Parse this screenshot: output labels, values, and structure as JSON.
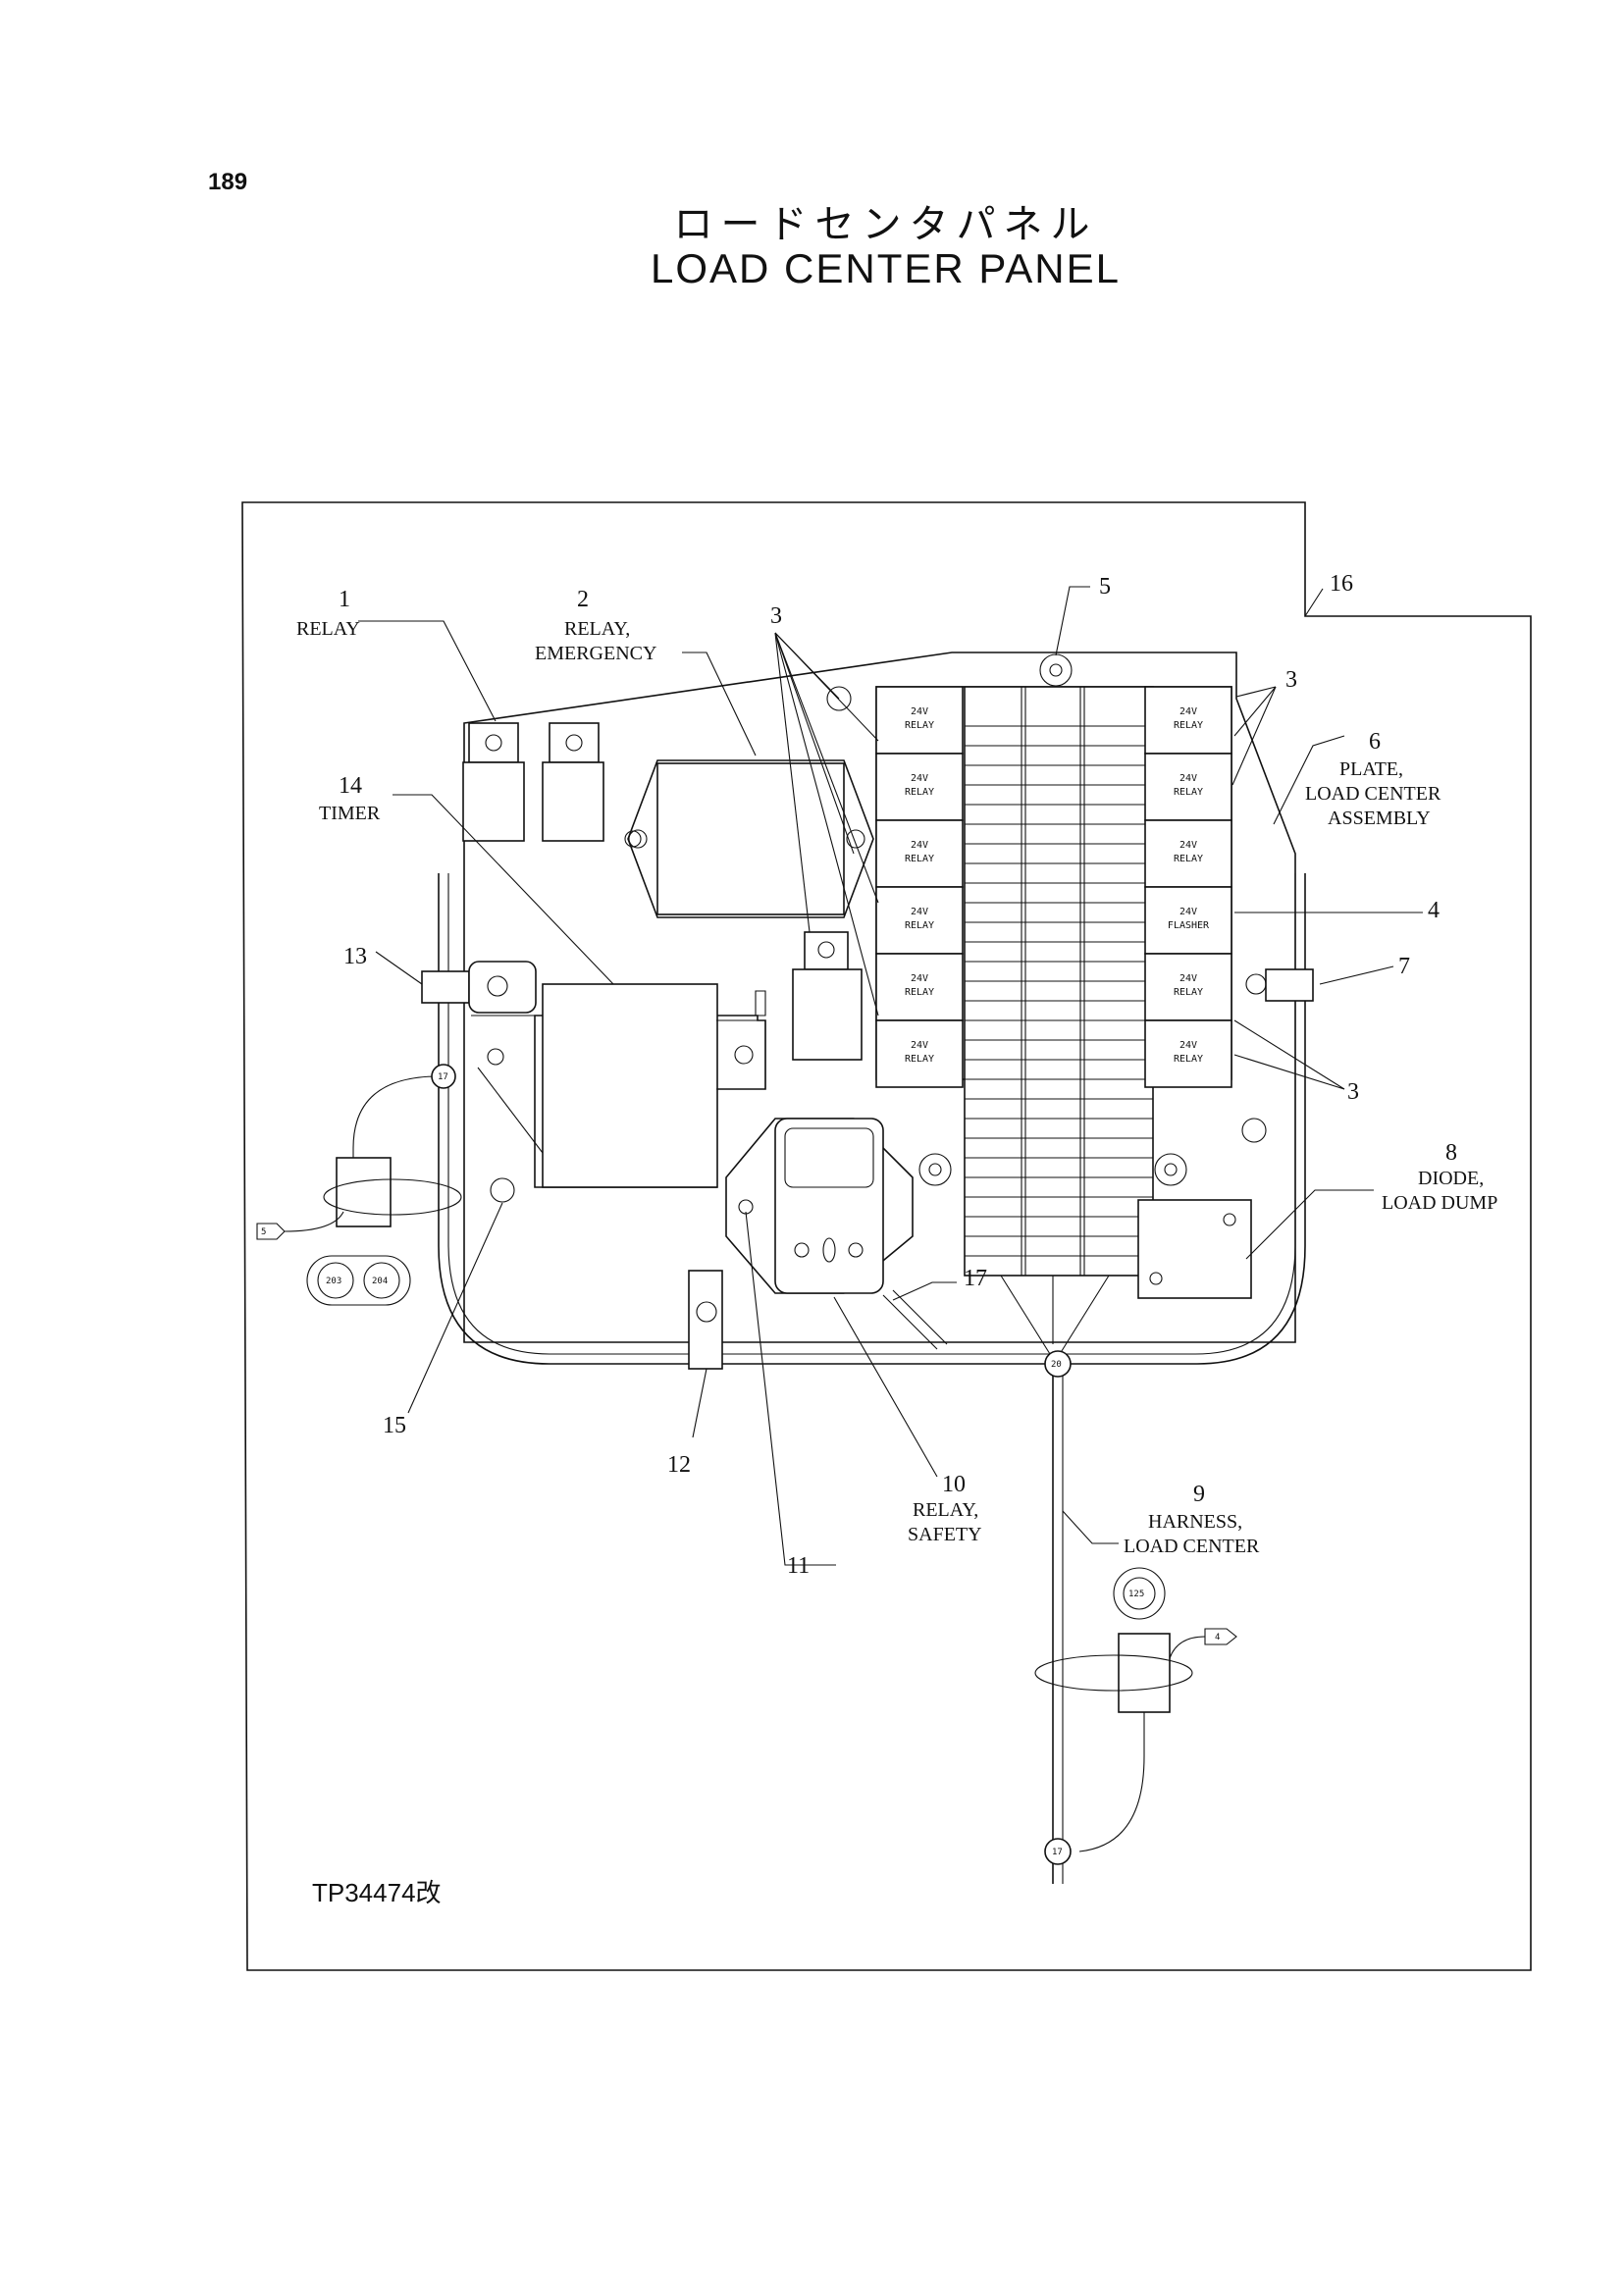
{
  "page_number": "189",
  "title_jp": "ロードセンタパネル",
  "title_en": "LOAD CENTER PANEL",
  "drawing_code": "TP34474改",
  "callouts": [
    {
      "num": "1",
      "text": [
        "RELAY"
      ]
    },
    {
      "num": "2",
      "text": [
        "RELAY,",
        "EMERGENCY"
      ]
    },
    {
      "num": "3",
      "text": []
    },
    {
      "num": "4",
      "text": []
    },
    {
      "num": "5",
      "text": []
    },
    {
      "num": "6",
      "text": [
        "PLATE,",
        "LOAD CENTER",
        "ASSEMBLY"
      ]
    },
    {
      "num": "7",
      "text": []
    },
    {
      "num": "8",
      "text": [
        "DIODE,",
        "LOAD DUMP"
      ]
    },
    {
      "num": "9",
      "text": [
        "HARNESS,",
        "LOAD CENTER"
      ]
    },
    {
      "num": "10",
      "text": [
        "RELAY,",
        "SAFETY"
      ]
    },
    {
      "num": "11",
      "text": []
    },
    {
      "num": "12",
      "text": []
    },
    {
      "num": "13",
      "text": []
    },
    {
      "num": "14",
      "text": [
        "TIMER"
      ]
    },
    {
      "num": "15",
      "text": []
    },
    {
      "num": "16",
      "text": []
    },
    {
      "num": "17",
      "text": []
    }
  ],
  "relay_labels_left": [
    [
      "24V",
      "RELAY"
    ],
    [
      "24V",
      "RELAY"
    ],
    [
      "24V",
      "RELAY"
    ],
    [
      "24V",
      "RELAY"
    ],
    [
      "24V",
      "RELAY"
    ],
    [
      "24V",
      "RELAY"
    ]
  ],
  "relay_labels_right": [
    [
      "24V",
      "RELAY"
    ],
    [
      "24V",
      "RELAY"
    ],
    [
      "24V",
      "RELAY"
    ],
    [
      "24V",
      "FLASHER"
    ],
    [
      "24V",
      "RELAY"
    ],
    [
      "24V",
      "RELAY"
    ]
  ],
  "connector_labels": {
    "c17_top": "17",
    "c17_bottom": "17",
    "c20": "20",
    "c125": "125",
    "c203": "203",
    "c204": "204",
    "tag5": "5",
    "tag4": "4"
  }
}
